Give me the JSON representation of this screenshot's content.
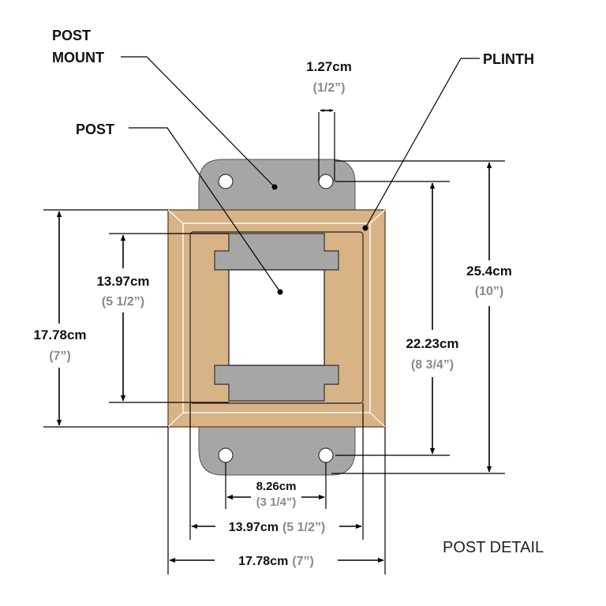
{
  "colors": {
    "wood": "#d8b385",
    "metal": "#a6a6a6",
    "post": "#ffffff",
    "line": "#000000",
    "secondary_text": "#8a8a8a"
  },
  "callouts": {
    "post_mount_line1": "POST",
    "post_mount_line2": "MOUNT",
    "plinth": "PLINTH",
    "post": "POST"
  },
  "dimensions": {
    "bolt_hole": {
      "metric": "1.27cm",
      "imperial": "(1/2”)"
    },
    "mount_height": {
      "metric": "25.4cm",
      "imperial": "(10”)"
    },
    "hole_spacing_vertical": {
      "metric": "22.23cm",
      "imperial": "(8 3/4”)"
    },
    "plinth_height": {
      "metric": "17.78cm",
      "imperial": "(7”)"
    },
    "inner_height": {
      "metric": "13.97cm",
      "imperial": "(5 1/2”)"
    },
    "hole_spacing_horizontal": {
      "metric": "8.26cm",
      "imperial": "(3 1/4”)"
    },
    "inner_width": {
      "metric": "13.97cm",
      "imperial": "(5 1/2”)"
    },
    "plinth_width": {
      "metric": "17.78cm",
      "imperial": "(7”)"
    }
  },
  "title": "POST DETAIL"
}
